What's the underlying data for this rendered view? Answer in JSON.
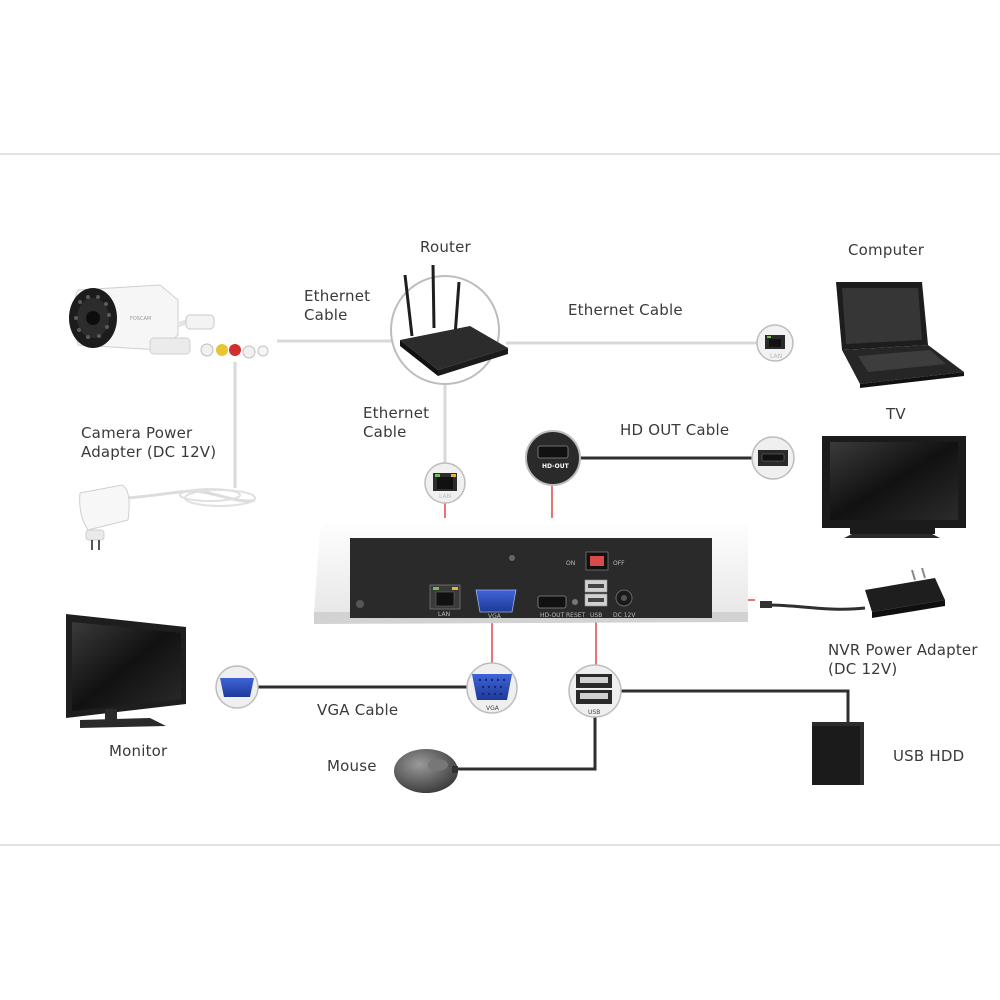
{
  "labels": {
    "router": "Router",
    "computer": "Computer",
    "ethernet_left": "Ethernet\nCable",
    "ethernet_right": "Ethernet Cable",
    "ethernet_down": "Ethernet\nCable",
    "camera_power": "Camera Power\nAdapter (DC 12V)",
    "hd_out_cable": "HD OUT Cable",
    "tv": "TV",
    "nvr_power": "NVR Power Adapter\n(DC 12V)",
    "monitor": "Monitor",
    "vga_cable": "VGA Cable",
    "mouse": "Mouse",
    "usb_hdd": "USB HDD"
  },
  "ports": {
    "lan": "LAN",
    "vga": "VGA",
    "hd_out": "HD-OUT",
    "reset": "RESET",
    "usb": "USB",
    "dc12v": "DC 12V",
    "on": "ON",
    "off": "OFF"
  },
  "camera_brand": "FOSCAM",
  "colors": {
    "accent_line": "#e0464b",
    "cable_gray": "#d4d4d4",
    "cable_dark": "#2f2f2f",
    "nvr_body": "#f3f3f3",
    "nvr_panel": "#2a2a2a"
  }
}
